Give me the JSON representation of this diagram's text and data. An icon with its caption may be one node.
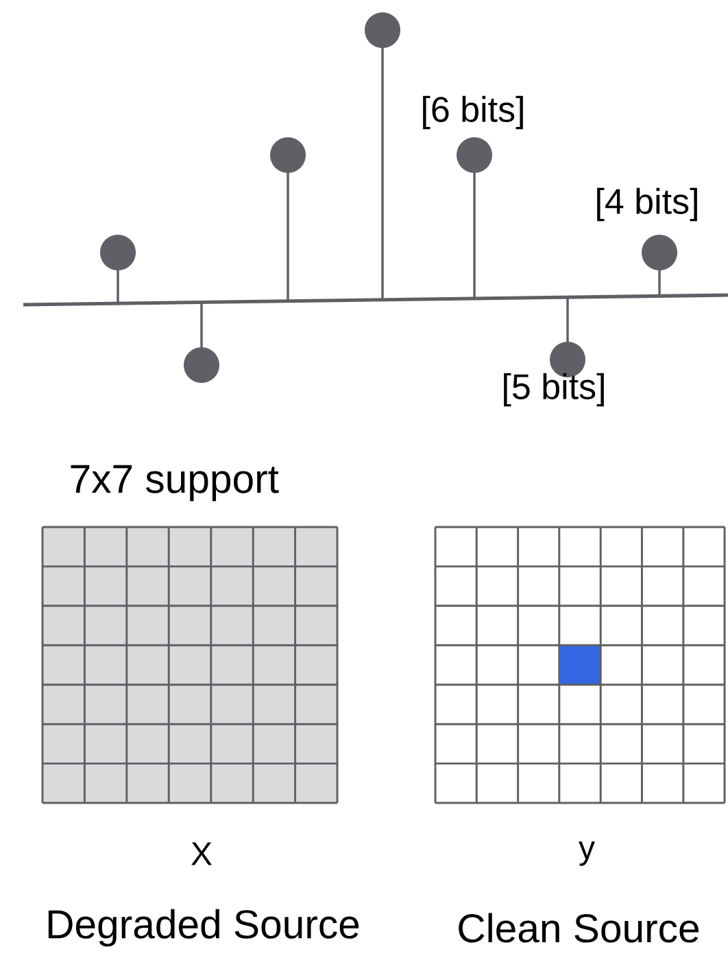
{
  "diagram": {
    "labels": [
      "[6 bits]",
      "[4 bits]",
      "[5 bits]",
      "7x7 support",
      "X",
      "y",
      "Degraded Source",
      "Clean Source"
    ]
  }
}
